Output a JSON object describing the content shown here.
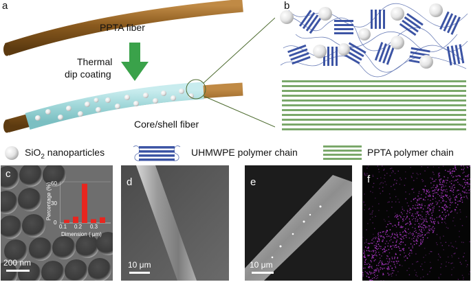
{
  "panels": {
    "a": {
      "letter": "a",
      "fiber_label": "PPTA fiber",
      "process_label_line1": "Thermal",
      "process_label_line2": "dip coating",
      "core_shell_label": "Core/shell fiber"
    },
    "b": {
      "letter": "b"
    },
    "c": {
      "letter": "c",
      "scale_label": "200 nm",
      "inset": {
        "ylabel": "Percentage (%)",
        "xlabel": "Dimension ( μm)",
        "y_ticks": [
          "0",
          "30",
          "60"
        ],
        "x_ticks": [
          "0.1",
          "0.2",
          "0.3"
        ]
      }
    },
    "d": {
      "letter": "d",
      "scale_label": "10 μm"
    },
    "e": {
      "letter": "e",
      "scale_label": "10 μm"
    },
    "f": {
      "letter": "f"
    }
  },
  "legend": {
    "sio2_prefix": "SiO",
    "sio2_sub": "2",
    "sio2_suffix": " nanoparticles",
    "uhmwpe": "UHMWPE polymer chain",
    "ppta": "PPTA polymer chain"
  },
  "colors": {
    "fiber_brown": "#8a5a1e",
    "shell_cyan": "#9fd6d8",
    "arrow_green": "#3aa24a",
    "uhmwpe_blue": "#3c54a4",
    "ppta_green": "#7aa86a",
    "histogram_red": "#e8261f",
    "edx_magenta": "#b53bd2"
  },
  "chart_data": {
    "type": "bar",
    "categories": [
      "0.10",
      "0.15",
      "0.20",
      "0.25",
      "0.30"
    ],
    "values": [
      5,
      10,
      62,
      6,
      9
    ],
    "xlabel": "Dimension ( μm)",
    "ylabel": "Percentage (%)",
    "ylim": [
      0,
      65
    ],
    "x_ticks": [
      "0.1",
      "0.2",
      "0.3"
    ],
    "y_ticks": [
      0,
      30,
      60
    ]
  }
}
